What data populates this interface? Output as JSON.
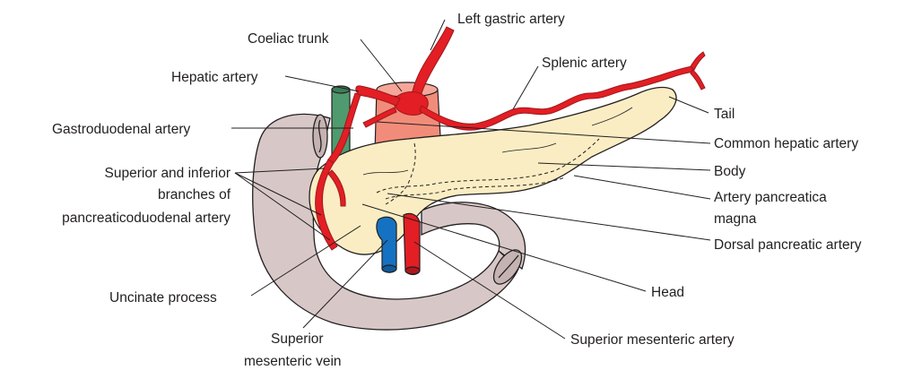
{
  "colors": {
    "duodenum": "#d7c8c7",
    "pancreas": "#fbedc3",
    "artery": "#e31e24",
    "artery_dark": "#9e1a1d",
    "vein": "#1572c2",
    "bile_duct": "#4f9a6f",
    "outline": "#231f20"
  },
  "labels": {
    "left_gastric_artery": "Left gastric artery",
    "coeliac_trunk": "Coeliac trunk",
    "splenic_artery": "Splenic artery",
    "hepatic_artery": "Hepatic artery",
    "tail": "Tail",
    "gastroduodenal_artery": "Gastroduodenal artery",
    "common_hepatic_artery": "Common hepatic artery",
    "superior_inferior_line1": "Superior and inferior",
    "superior_inferior_line2": "branches of",
    "superior_inferior_line3": "pancreaticoduodenal artery",
    "body": "Body",
    "artery_pancreatica_line1": "Artery pancreatica",
    "artery_pancreatica_line2": "magna",
    "dorsal_pancreatic_artery": "Dorsal pancreatic artery",
    "uncinate_process": "Uncinate process",
    "head": "Head",
    "superior_mesenteric_vein_line1": "Superior",
    "superior_mesenteric_vein_line2": "mesenteric vein",
    "superior_mesenteric_artery": "Superior mesenteric artery"
  }
}
